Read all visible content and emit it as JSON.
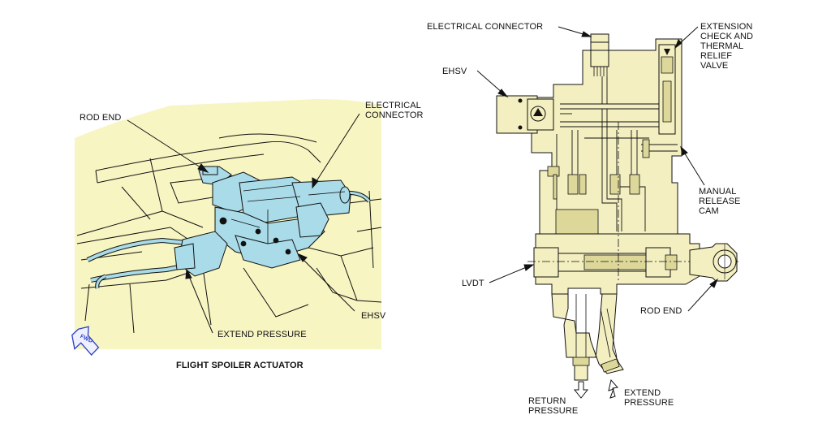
{
  "left_figure": {
    "caption": "FLIGHT SPOILER ACTUATOR",
    "labels": {
      "rod_end": "ROD END",
      "electrical_connector": "ELECTRICAL\nCONNECTOR",
      "ehsv": "EHSV",
      "extend_pressure": "EXTEND PRESSURE",
      "fwd": "FWD"
    }
  },
  "right_figure": {
    "labels": {
      "electrical_connector": "ELECTRICAL CONNECTOR",
      "extension_check_valve": "EXTENSION\nCHECK AND\nTHERMAL\nRELIEF\nVALVE",
      "ehsv": "EHSV",
      "manual_release_cam": "MANUAL\nRELEASE\nCAM",
      "lvdt": "LVDT",
      "rod_end": "ROD END",
      "return_pressure": "RETURN\nPRESSURE",
      "extend_pressure": "EXTEND\nPRESSURE"
    }
  },
  "colors": {
    "background_fill": "#f7f5c2",
    "actuator_fill": "#a9dbe8",
    "section_fill": "#f3efc0",
    "line": "#111111"
  }
}
